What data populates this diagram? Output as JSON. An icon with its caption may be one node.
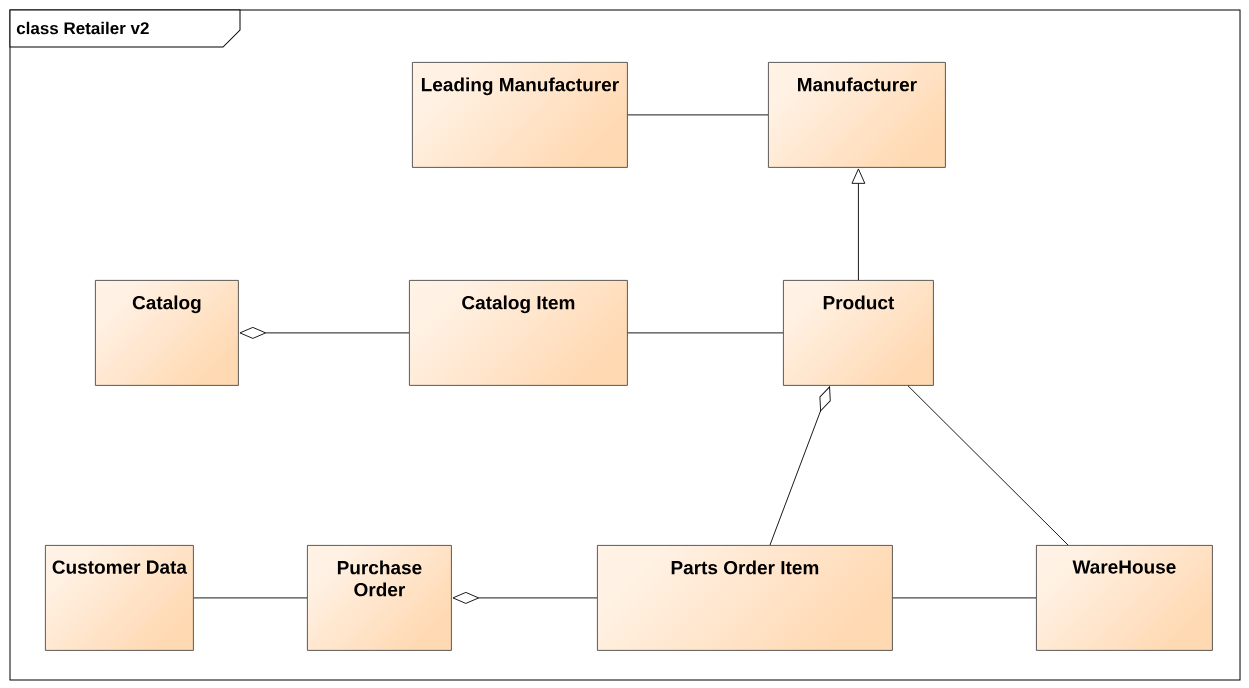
{
  "diagram": {
    "title": "class Retailer v2",
    "nodes": [
      {
        "text": [
          "Leading Manufacturer"
        ]
      },
      {
        "text": [
          "Manufacturer"
        ]
      },
      {
        "text": [
          "Catalog"
        ]
      },
      {
        "text": [
          "Catalog Item"
        ]
      },
      {
        "text": [
          "Product"
        ]
      },
      {
        "text": [
          "Customer Data"
        ]
      },
      {
        "text": [
          "Purchase Order"
        ]
      },
      {
        "text": [
          "Parts Order Item"
        ]
      },
      {
        "text": [
          "WareHouse"
        ]
      }
    ],
    "edges": [
      {
        "from": 0,
        "to": 1,
        "arrow": "none"
      },
      {
        "from": 4,
        "to": 1,
        "arrow": "to"
      },
      {
        "from": 3,
        "to": 2,
        "arrow": "other"
      },
      {
        "from": 3,
        "to": 4,
        "arrow": "none"
      },
      {
        "from": 7,
        "to": 4,
        "arrow": "other"
      },
      {
        "from": 4,
        "to": 8,
        "arrow": "none"
      },
      {
        "from": 5,
        "to": 6,
        "arrow": "none"
      },
      {
        "from": 7,
        "to": 6,
        "arrow": "other"
      },
      {
        "from": 7,
        "to": 8,
        "arrow": "none"
      }
    ]
  }
}
